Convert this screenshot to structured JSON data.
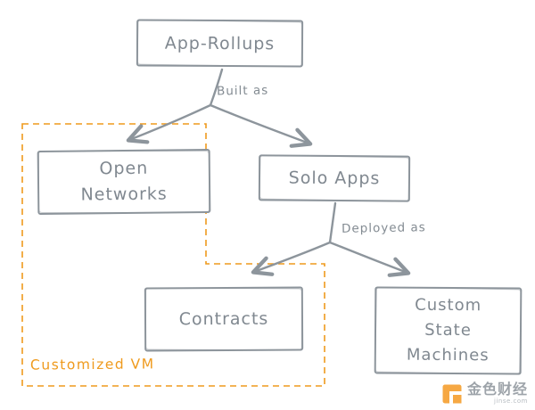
{
  "diagram": {
    "nodes": {
      "app_rollups": {
        "label": "App-Rollups"
      },
      "open_networks": {
        "lines": [
          "Open",
          "Networks"
        ]
      },
      "solo_apps": {
        "label": "Solo Apps"
      },
      "contracts": {
        "label": "Contracts"
      },
      "custom_state_machines": {
        "lines": [
          "Custom",
          "State",
          "Machines"
        ]
      }
    },
    "edges": {
      "built_as_label": "Built as",
      "deployed_as_label": "Deployed as"
    },
    "group": {
      "label": "Customized VM",
      "color": "#ef9a1d"
    },
    "colors": {
      "stroke": "#8d959c",
      "text": "#808890",
      "accent": "#ef9a1d"
    }
  },
  "watermark": {
    "brand": "金色财经",
    "domain": "jinse.com"
  }
}
